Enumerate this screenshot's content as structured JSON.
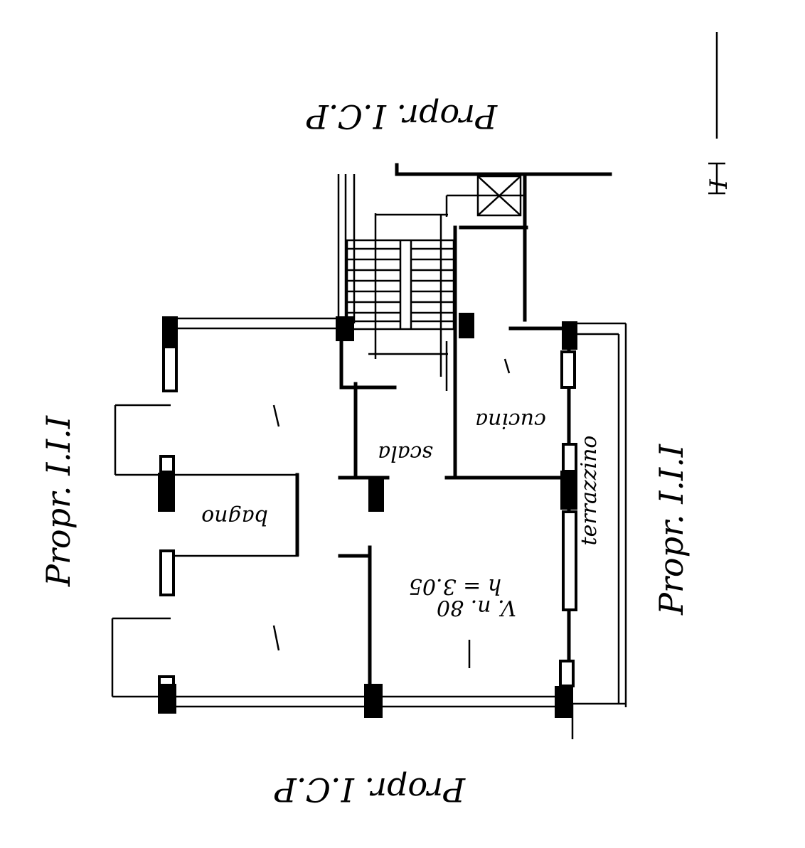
{
  "labels": {
    "north": "Propr. I.C.P",
    "south": "Propr. I.C.P",
    "west": "Propr. I.I.I",
    "east": "Propr. I.I.I",
    "marker": "I",
    "cucina": "cucina",
    "scala": "scala",
    "terrazzino": "terrazzino",
    "bagno": "bagno",
    "room_number": "V. n. 80",
    "height": "h = 3.05"
  }
}
